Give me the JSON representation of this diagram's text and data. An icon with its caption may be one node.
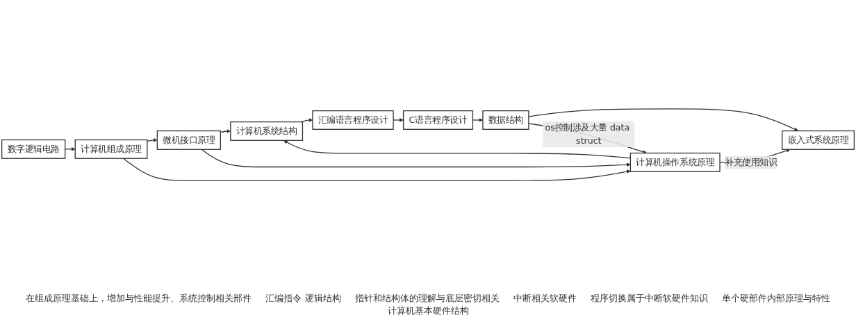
{
  "diagram": {
    "nodes": [
      {
        "text": [
          "计算机系统结构"
        ]
      },
      {
        "text": [
          "汇编语言程序设计"
        ]
      },
      {
        "text": [
          "C语言程序设计"
        ]
      },
      {
        "text": [
          "数据结构"
        ]
      },
      {
        "text": [
          "嵌入式系统原理"
        ]
      },
      {
        "text": [
          "微机接口原理"
        ]
      },
      {
        "text": [
          "数字逻辑电路"
        ]
      },
      {
        "text": [
          "计算机组成原理"
        ]
      },
      {
        "text": [
          "计算机操作系统原理"
        ]
      }
    ],
    "edges": [
      {
        "from": 0,
        "to": 1,
        "arrow": "to"
      },
      {
        "from": 1,
        "to": 2,
        "arrow": "to"
      },
      {
        "from": 2,
        "to": 3,
        "arrow": "to"
      },
      {
        "from": 3,
        "to": 4,
        "arrow": "to"
      },
      {
        "from": 5,
        "to": 0,
        "arrow": "to"
      },
      {
        "from": 7,
        "to": 5,
        "arrow": "to"
      },
      {
        "from": 6,
        "to": 7,
        "arrow": "to"
      },
      {
        "from": 5,
        "to": 8,
        "arrow": "to"
      },
      {
        "from": 7,
        "to": 8,
        "arrow": "to"
      },
      {
        "from": 3,
        "to": 8,
        "arrow": "to",
        "label": "os控制涉及大量 data struct"
      },
      {
        "from": 8,
        "to": 4,
        "arrow": "to",
        "label": "补充使用知识"
      },
      {
        "from": 8,
        "to": 0,
        "arrow": "to"
      }
    ],
    "labels": [
      "在组成原理基础上，增加与性能提升、系统控制相关部件",
      "汇编指令 逻辑结构",
      "指针和结构体的理解与底层密切相关",
      "中断相关软硬件",
      "程序切换属于中断软硬件知识",
      "单个硬部件内部原理与特性",
      "计算机基本硬件结构"
    ]
  }
}
